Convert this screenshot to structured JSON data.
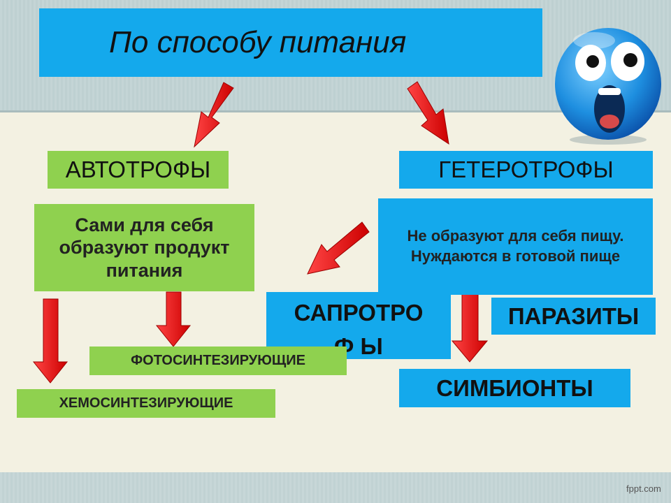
{
  "title": "По способу питания",
  "autotrophs": {
    "label": "АВТОТРОФЫ",
    "description": "Сами для себя образуют продукт питания",
    "types": [
      "ФОТОСИНТЕЗИРУЮЩИЕ",
      "ХЕМОСИНТЕЗИРУЮЩИЕ"
    ]
  },
  "heterotrophs": {
    "label": "ГЕТЕРОТРОФЫ",
    "description_line1": "Не образуют для себя пищу.",
    "description_line2": "Нуждаются в готовой пище",
    "types": [
      "САПРОТРОФ Ы",
      "ПАРАЗИТЫ",
      "СИМБИОНТЫ"
    ]
  },
  "colors": {
    "blue_box": "#14a9ec",
    "green_box": "#8fd14f",
    "arrow": "#ee1c1c",
    "background": "#f3f1e2"
  },
  "mascot_icon": "shocked-blue-smiley-icon",
  "watermark": "fppt.com"
}
